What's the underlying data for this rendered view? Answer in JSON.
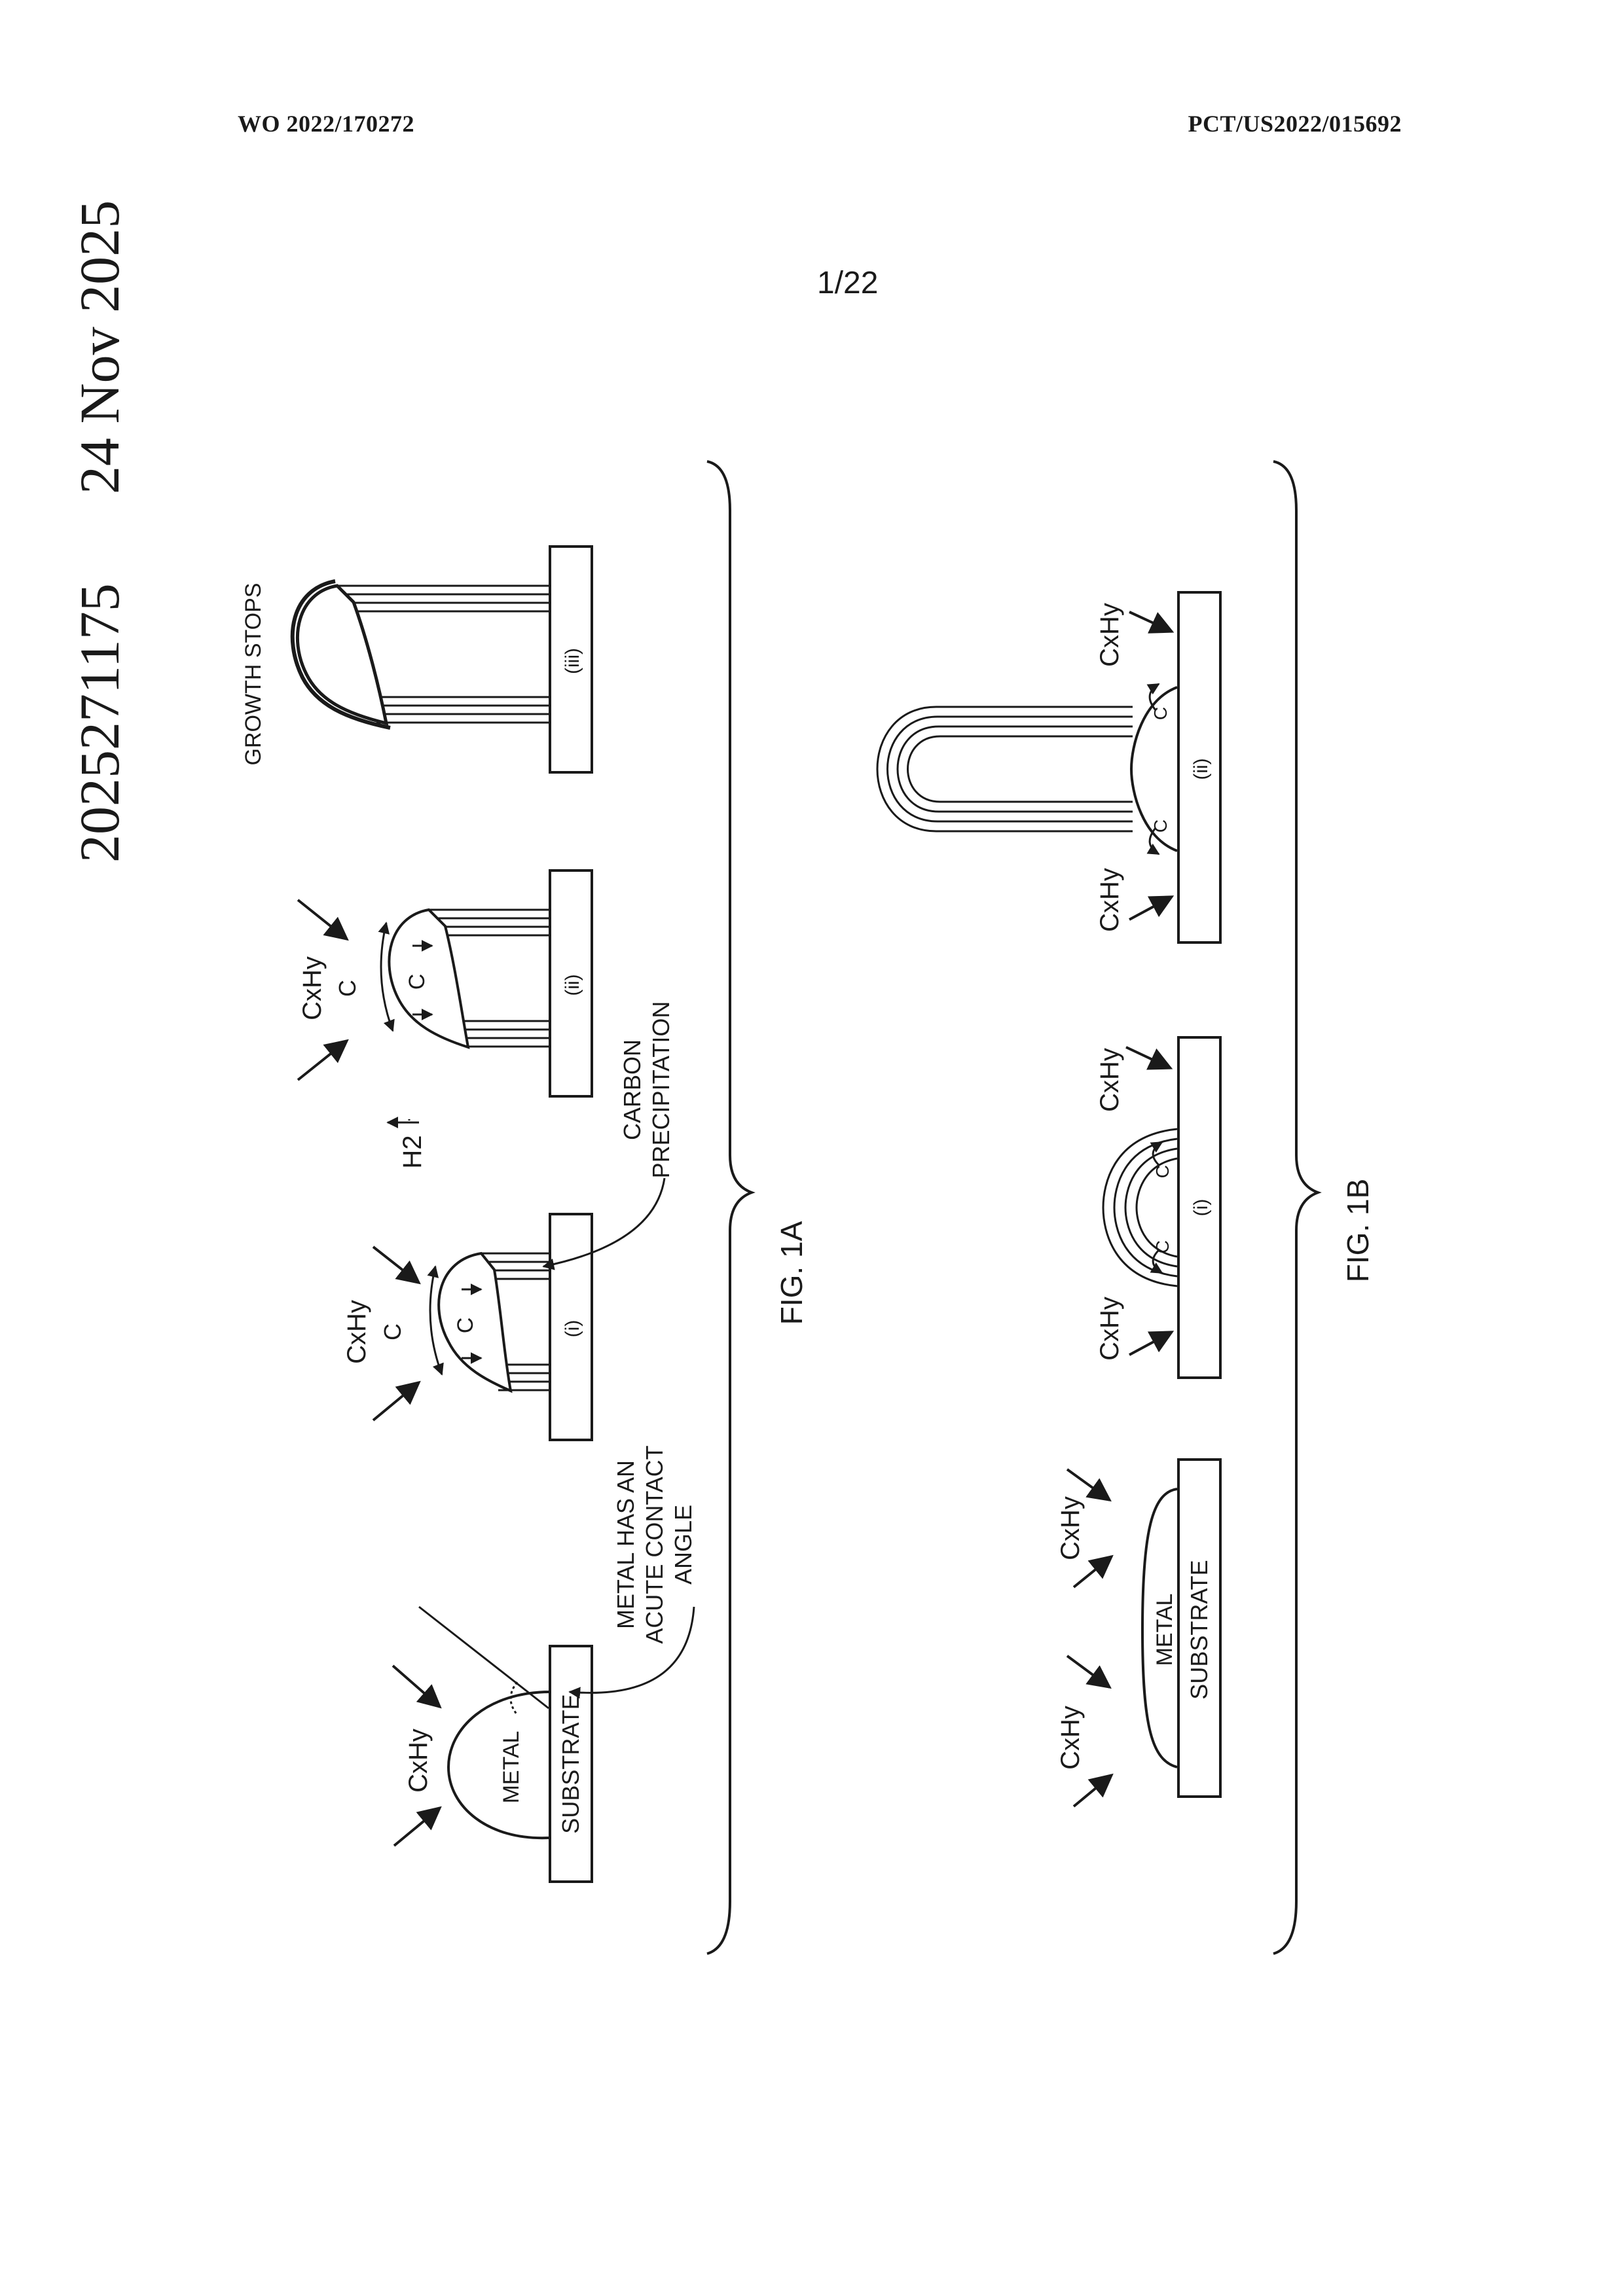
{
  "header": {
    "publication_number": "WO 2022/170272",
    "application_number": "PCT/US2022/015692"
  },
  "page_number": "1/22",
  "side_stamp": {
    "date": "24 Nov 2025",
    "number": "2025271175"
  },
  "fig1a": {
    "caption": "FIG. 1A",
    "labels": {
      "gas": "CxHy",
      "metal": "METAL",
      "substrate": "SUBSTRATE",
      "contact_angle_line1": "METAL HAS AN",
      "contact_angle_line2": "ACUTE CONTACT",
      "contact_angle_line3": "ANGLE",
      "carbon_symbol": "C",
      "hydrogen": "H2",
      "carbon_precip_line1": "CARBON",
      "carbon_precip_line2": "PRECIPITATION",
      "growth_stops": "GROWTH STOPS",
      "stage_i": "(i)",
      "stage_ii": "(ii)",
      "stage_iii": "(iii)"
    }
  },
  "fig1b": {
    "caption": "FIG. 1B",
    "labels": {
      "gas": "CxHy",
      "metal": "METAL",
      "substrate": "SUBSTRATE",
      "carbon_symbol": "C",
      "stage_i": "(i)",
      "stage_ii": "(ii)"
    }
  }
}
